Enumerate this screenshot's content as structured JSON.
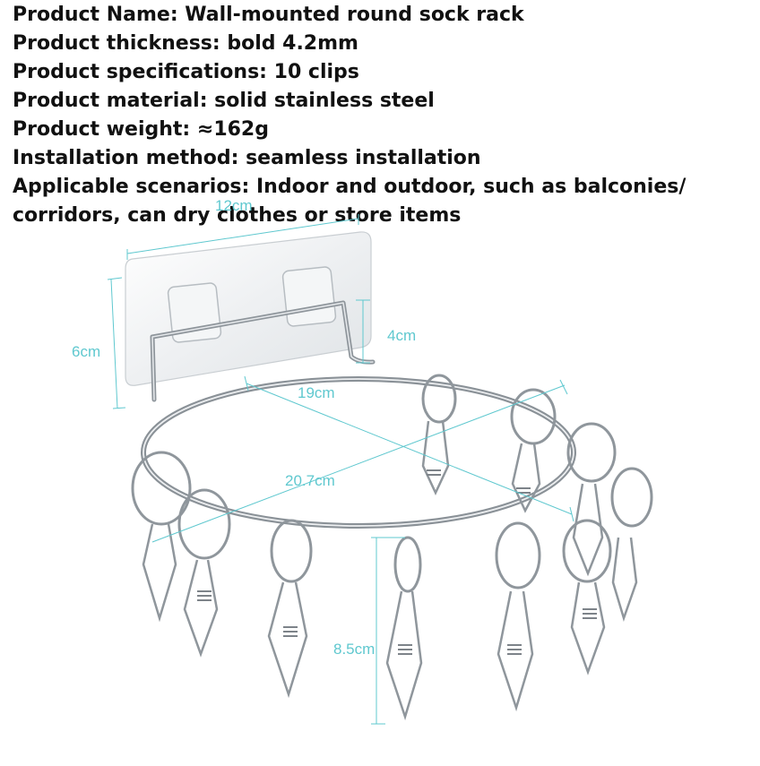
{
  "specs": [
    "Product Name: Wall-mounted round sock rack",
    "Product thickness: bold 4.2mm",
    "Product specifications: 10 clips",
    "Product material: solid stainless steel",
    "Product weight: ≈162g",
    "Installation method: seamless installation",
    "Applicable scenarios: Indoor and outdoor, such as balconies/",
    "corridors, can dry clothes or store items"
  ],
  "dimensions": {
    "plate_width": "12cm",
    "plate_height": "6cm",
    "arm_drop": "4cm",
    "ring_depth": "19cm",
    "ring_width": "20.7cm",
    "clip_length": "8.5cm"
  },
  "colors": {
    "dimension_lines": "#5fc8cf",
    "steel": "#9aa0a6"
  }
}
